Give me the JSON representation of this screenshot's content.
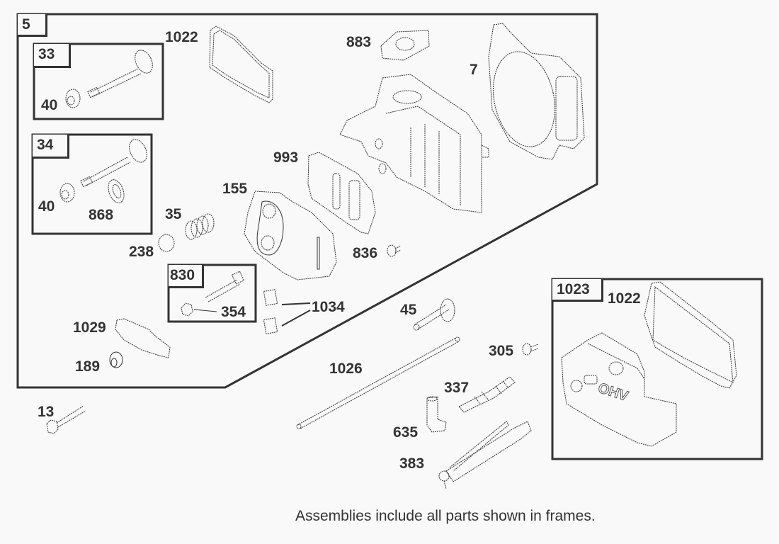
{
  "diagram": {
    "type": "exploded-parts-diagram",
    "frames": [
      {
        "id": "5",
        "label": "5"
      },
      {
        "id": "33",
        "label": "33"
      },
      {
        "id": "34",
        "label": "34"
      },
      {
        "id": "830",
        "label": "830"
      },
      {
        "id": "1023",
        "label": "1023"
      }
    ],
    "parts": {
      "p1022a": "1022",
      "p33_40": "40",
      "p34_40": "40",
      "p868": "868",
      "p883": "883",
      "p7": "7",
      "p993": "993",
      "p155": "155",
      "p35": "35",
      "p238": "238",
      "p836": "836",
      "p354": "354",
      "p1034": "1034",
      "p1029": "1029",
      "p189": "189",
      "p13": "13",
      "p45": "45",
      "p1026": "1026",
      "p305": "305",
      "p337": "337",
      "p635": "635",
      "p383": "383",
      "p1022b": "1022"
    },
    "cover_marking": "OHV",
    "footer_note": "Assemblies include all parts shown in frames."
  }
}
